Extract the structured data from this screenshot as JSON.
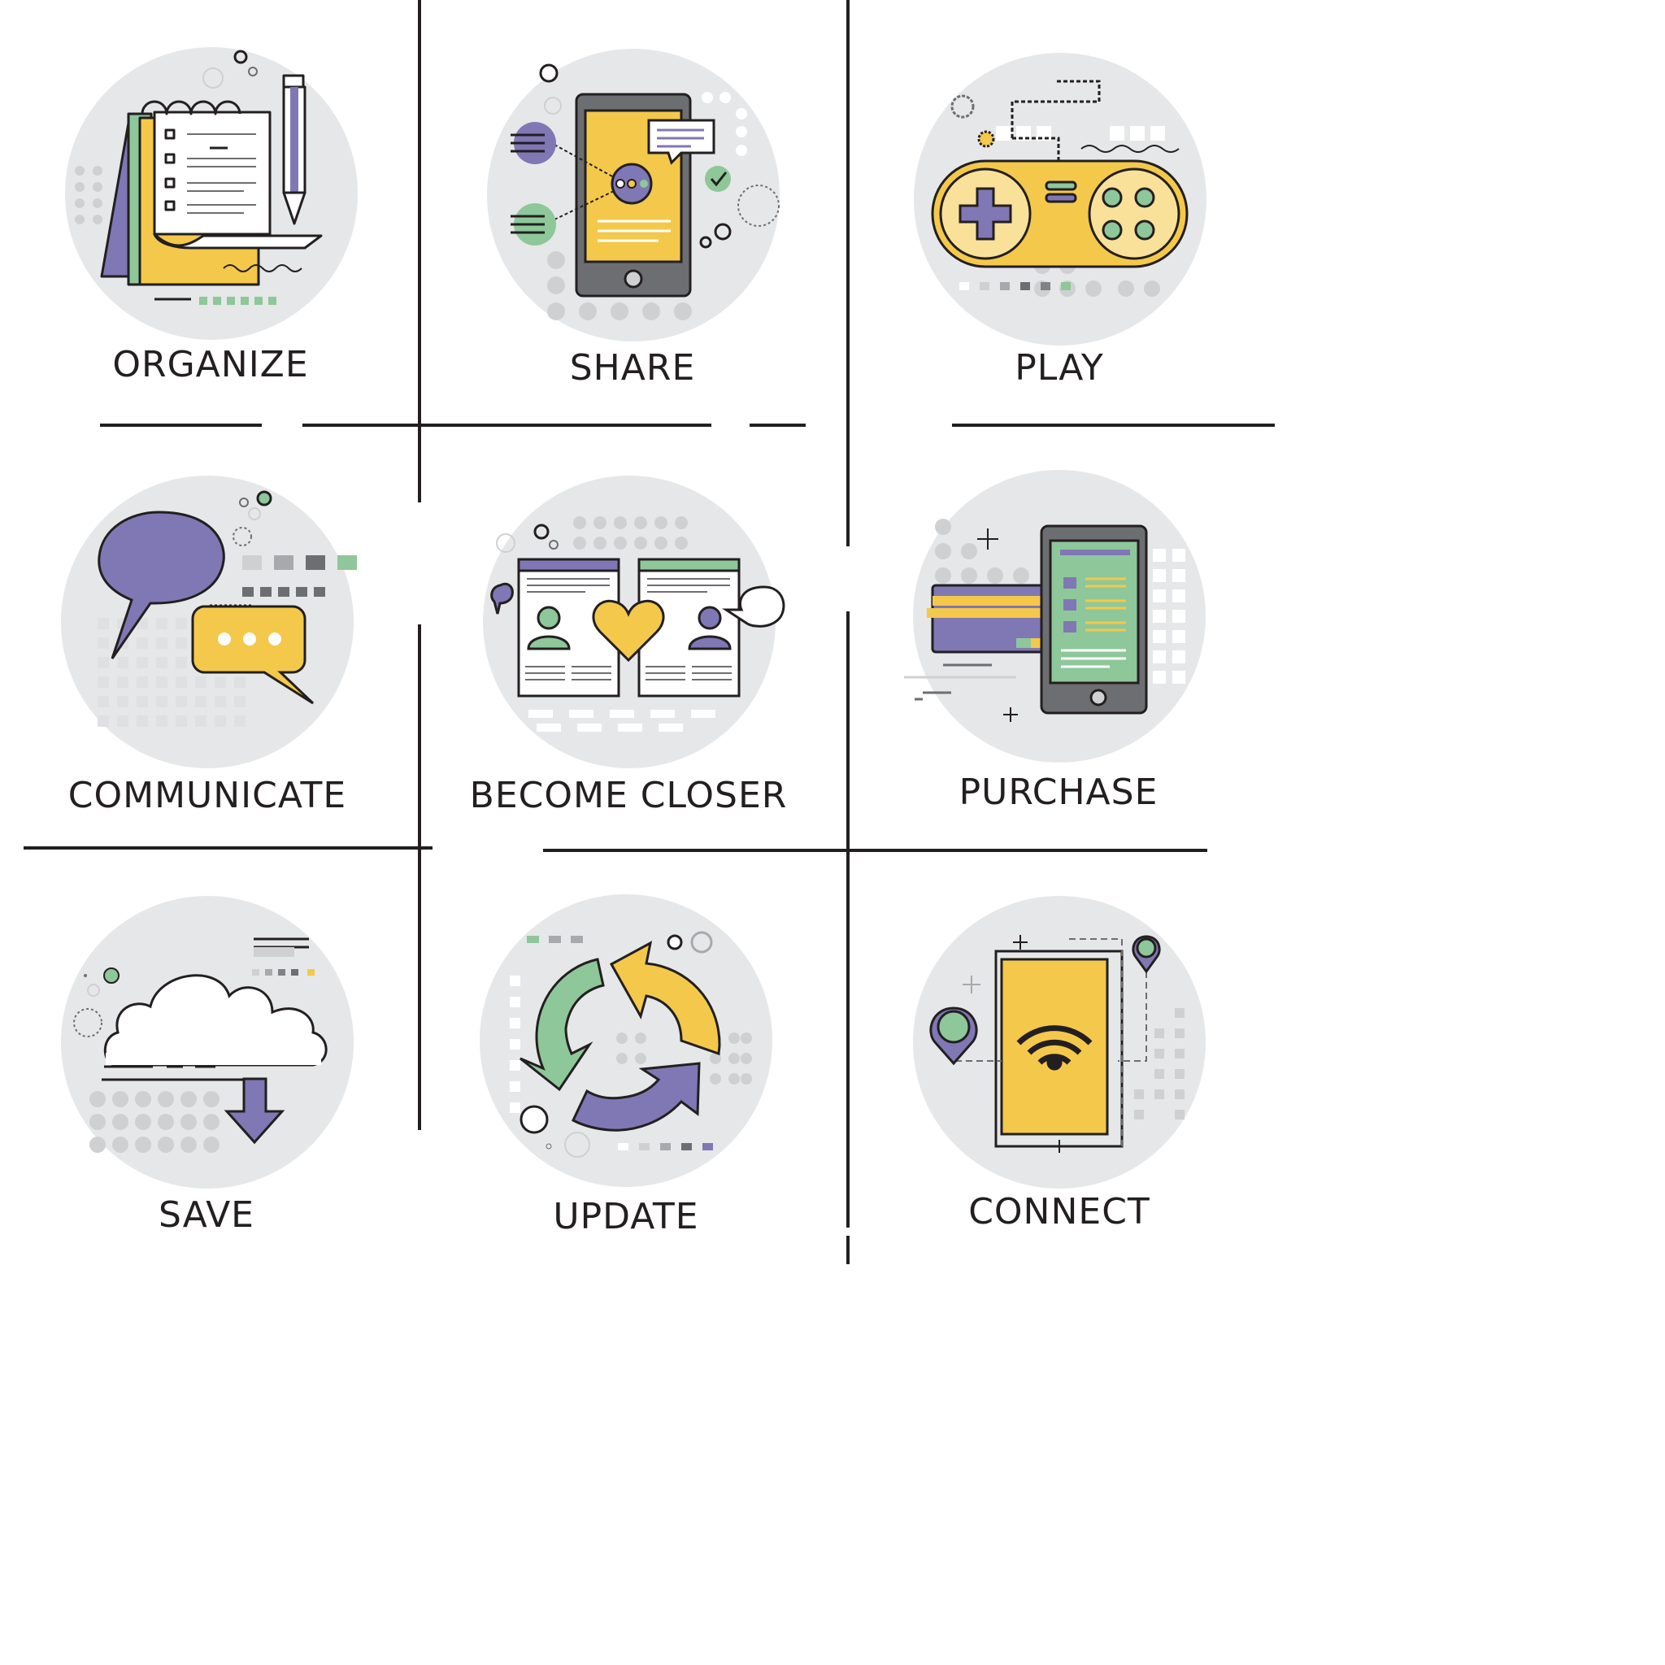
{
  "palette": {
    "circle": "#e6e7e8",
    "ink": "#231f20",
    "yellow": "#f4c84a",
    "purple": "#8077b5",
    "green": "#8ec79a",
    "gray": "#cfd0d2",
    "dark_gray": "#6d6e71"
  },
  "icons": [
    {
      "label": "ORGANIZE",
      "icon": "notepad-checklist-pencil-icon"
    },
    {
      "label": "SHARE",
      "icon": "smartphone-share-icon"
    },
    {
      "label": "PLAY",
      "icon": "gamepad-icon"
    },
    {
      "label": "COMMUNICATE",
      "icon": "speech-bubbles-icon"
    },
    {
      "label": "BECOME CLOSER",
      "icon": "profiles-heart-icon"
    },
    {
      "label": "PURCHASE",
      "icon": "credit-card-phone-icon"
    },
    {
      "label": "SAVE",
      "icon": "cloud-download-icon"
    },
    {
      "label": "UPDATE",
      "icon": "refresh-arrows-icon"
    },
    {
      "label": "CONNECT",
      "icon": "wifi-device-icon"
    }
  ]
}
